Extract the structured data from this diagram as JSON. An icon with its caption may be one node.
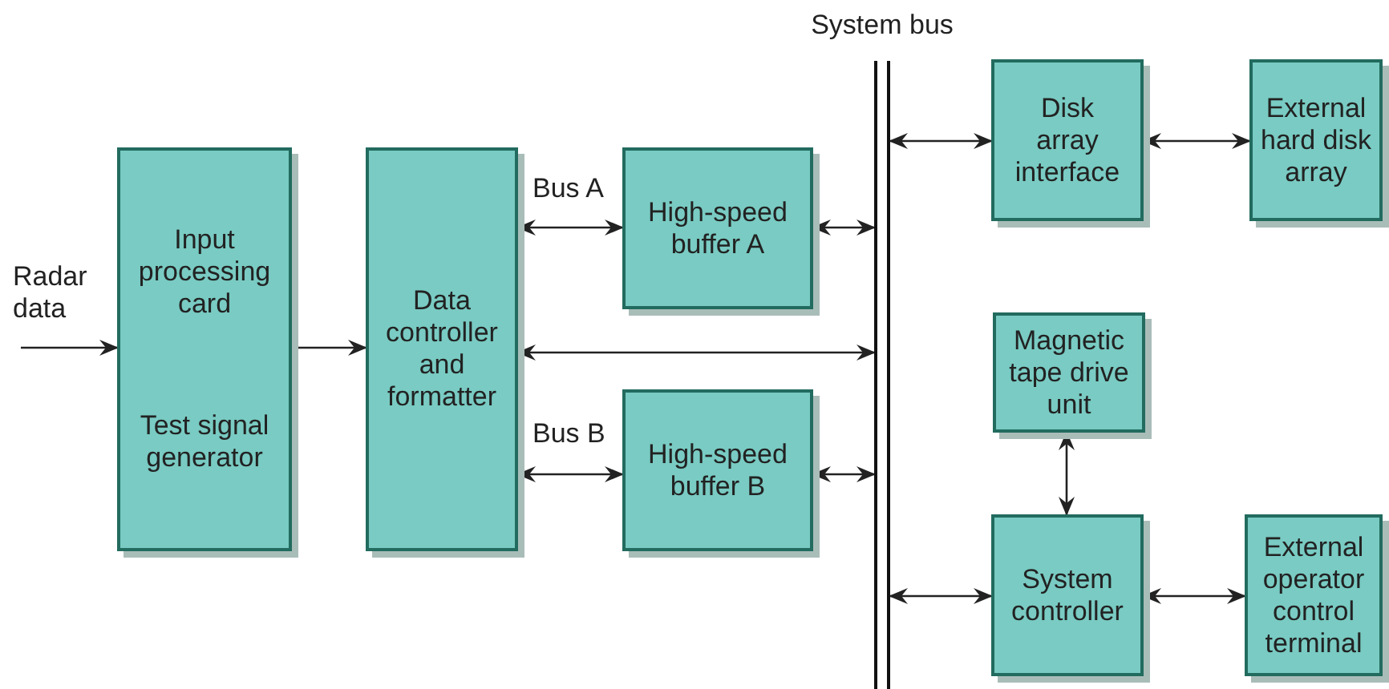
{
  "diagram": {
    "nodes": [
      {
        "text": [
          "Radar data"
        ]
      },
      {
        "text": [
          "Input processing card",
          "Test signal generator"
        ]
      },
      {
        "text": [
          "Data controller and formatter"
        ]
      },
      {
        "text": [
          "High-speed buffer A"
        ]
      },
      {
        "text": [
          "High-speed buffer B"
        ]
      },
      {
        "text": [
          "System bus"
        ]
      },
      {
        "text": [
          "Disk array interface"
        ]
      },
      {
        "text": [
          "External hard disk array"
        ]
      },
      {
        "text": [
          "Magnetic tape drive unit"
        ]
      },
      {
        "text": [
          "System controller"
        ]
      },
      {
        "text": [
          "External operator control terminal"
        ]
      }
    ],
    "edges": [
      {
        "from": 0,
        "to": 1,
        "arrow": "to"
      },
      {
        "from": 1,
        "to": 2,
        "arrow": "to"
      },
      {
        "from": 2,
        "to": 3,
        "arrow": "both",
        "label": "Bus A"
      },
      {
        "from": 2,
        "to": 4,
        "arrow": "both",
        "label": "Bus B"
      },
      {
        "from": 2,
        "to": 5,
        "arrow": "both"
      },
      {
        "from": 3,
        "to": 5,
        "arrow": "both"
      },
      {
        "from": 4,
        "to": 5,
        "arrow": "both"
      },
      {
        "from": 5,
        "to": 6,
        "arrow": "both"
      },
      {
        "from": 6,
        "to": 7,
        "arrow": "both"
      },
      {
        "from": 8,
        "to": 9,
        "arrow": "both"
      },
      {
        "from": 5,
        "to": 9,
        "arrow": "both"
      },
      {
        "from": 9,
        "to": 10,
        "arrow": "both"
      }
    ]
  }
}
